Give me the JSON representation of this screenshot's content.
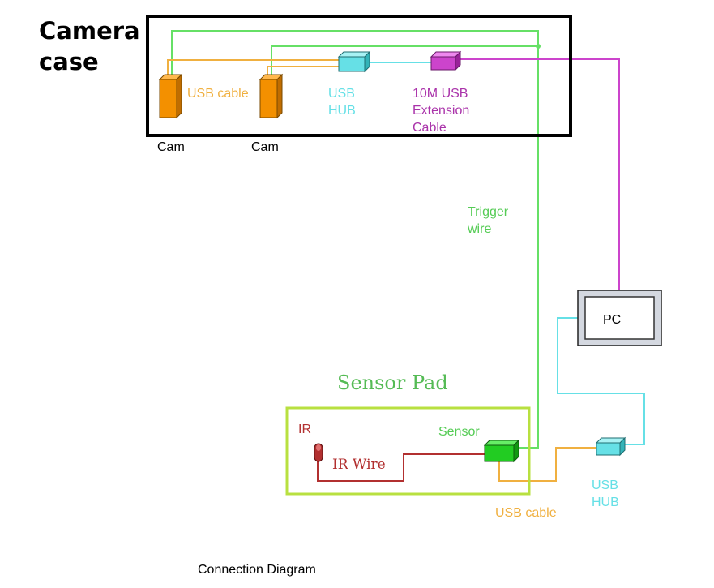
{
  "camera_case": {
    "title_line1": "Camera",
    "title_line2": "case",
    "cam_left_label": "Cam",
    "cam_right_label": "Cam",
    "usb_cable_label": "USB cable",
    "usb_hub_line1": "USB",
    "usb_hub_line2": "HUB",
    "extension_line1": "10M USB",
    "extension_line2": "Extension",
    "extension_line3": "Cable"
  },
  "trigger": {
    "line1": "Trigger",
    "line2": "wire"
  },
  "pc": {
    "label": "PC"
  },
  "sensor_pad": {
    "title": "Sensor Pad",
    "ir_label": "IR",
    "ir_wire_label": "IR Wire",
    "sensor_label": "Sensor"
  },
  "bottom": {
    "usb_cable_label": "USB cable",
    "usb_hub_line1": "USB",
    "usb_hub_line2": "HUB"
  },
  "footer": {
    "caption": "Connection Diagram"
  },
  "colors": {
    "trigger_green": "#66e066",
    "usb_orange": "#f0b040",
    "hub_cyan": "#66e0e6",
    "extension_magenta": "#cc44cc",
    "ir_red": "#b23030",
    "case_border": "#000000",
    "pad_border": "#b8e040",
    "sensor_green": "#22cc22",
    "cam_orange": "#f39000"
  }
}
